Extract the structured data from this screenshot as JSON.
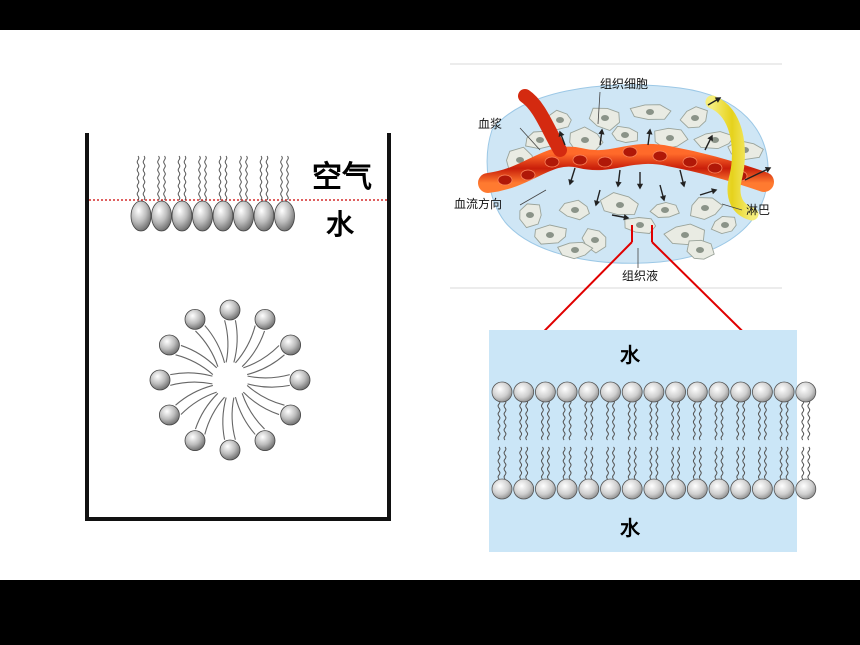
{
  "beaker": {
    "air_label": "空气",
    "water_label": "水"
  },
  "tissue": {
    "tissue_cells": "组织细胞",
    "plasma": "血浆",
    "blood_flow": "血流方向",
    "lymph": "淋巴",
    "tissue_fluid": "组织液"
  },
  "bilayer": {
    "water_top": "水",
    "water_bottom": "水"
  },
  "colors": {
    "blood_vessel": "#d42a10",
    "lymph_vessel": "#ece23a",
    "tissue_fluid_bg": "#cfe6f5",
    "water_panel": "#cbe6f7",
    "zoom_lines": "#e00000",
    "interface_line": "#cc0000"
  }
}
